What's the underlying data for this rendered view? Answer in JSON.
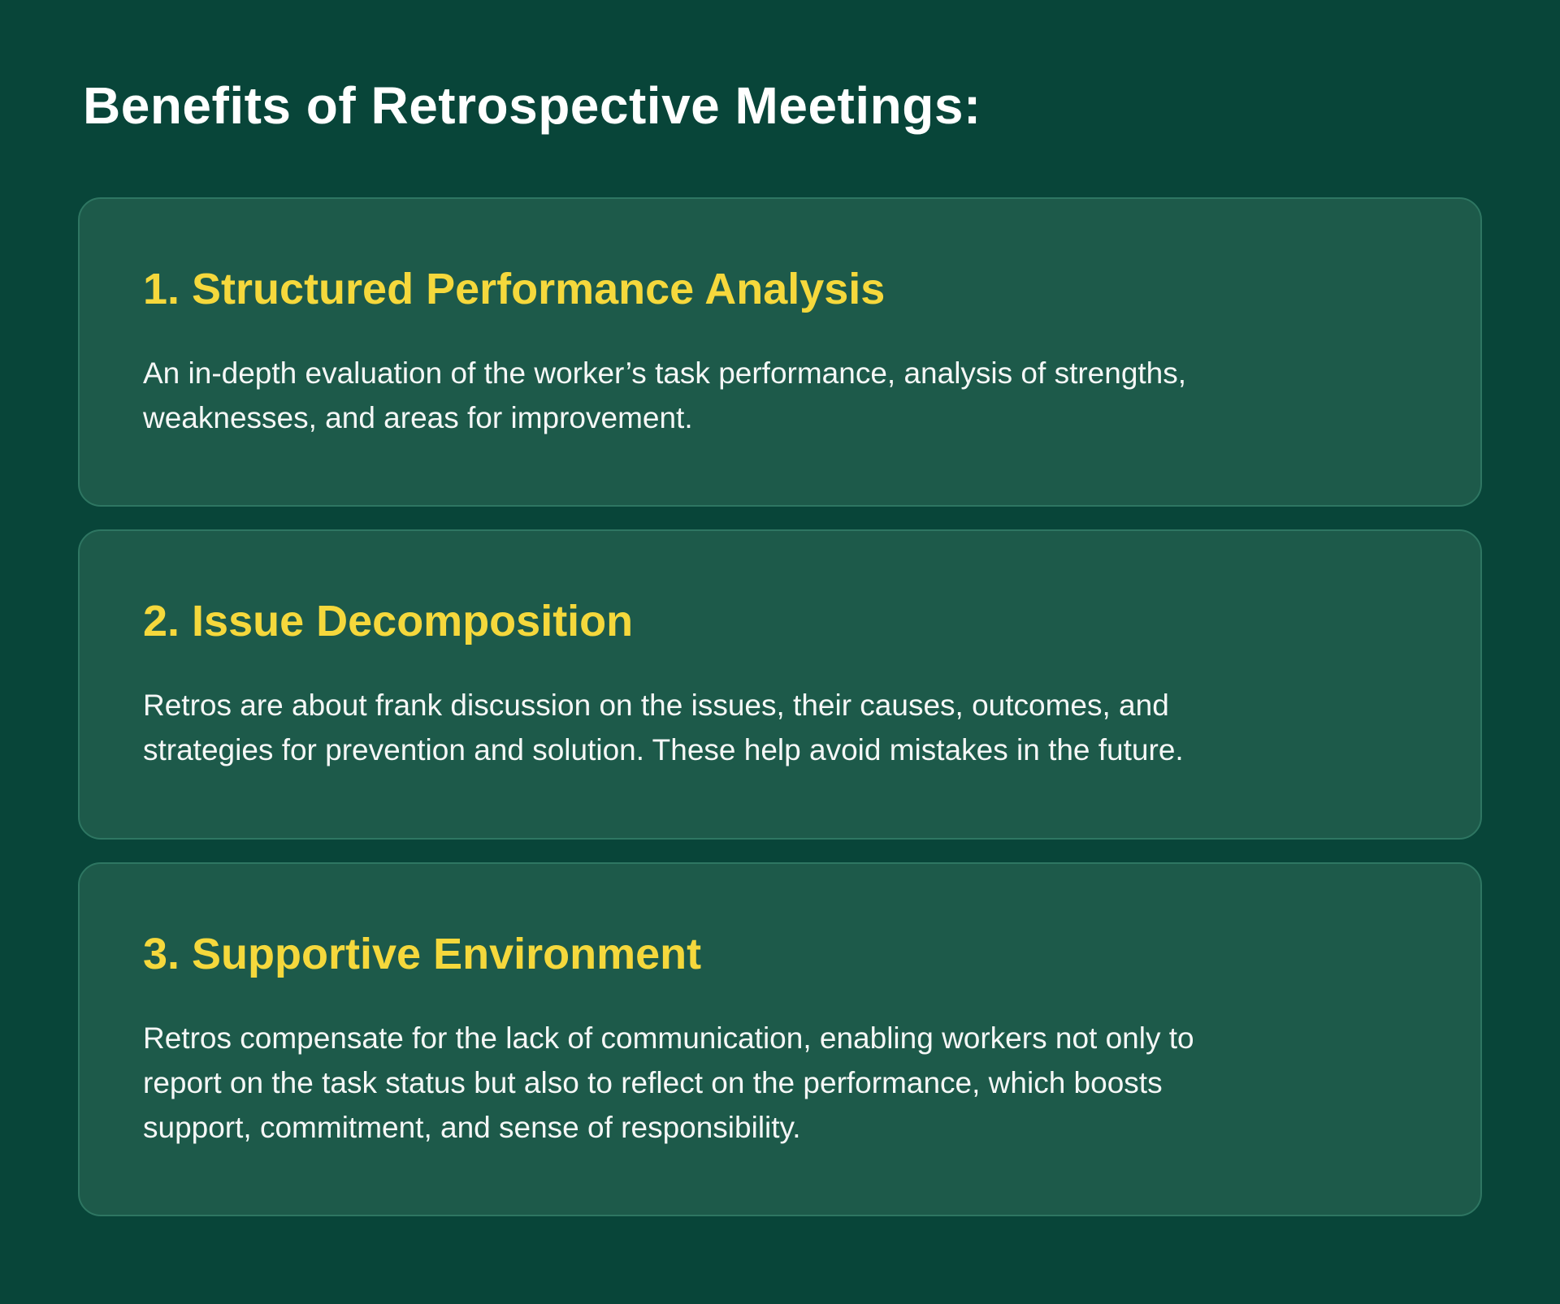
{
  "theme": {
    "background": "#084539",
    "card": "#1D5A4A",
    "card-border": "#2E7662",
    "accent": "#F5D83C",
    "text": "#F5F7F6",
    "title": "#FFFFFF"
  },
  "page": {
    "title": "Benefits of Retrospective Meetings:"
  },
  "cards": [
    {
      "heading": "1. Structured Performance Analysis",
      "body": "An in-depth evaluation of the worker’s task performance, analysis of strengths,\nweaknesses, and areas for improvement."
    },
    {
      "heading": "2. Issue Decomposition",
      "body": "Retros are about frank discussion on the issues, their causes, outcomes, and\nstrategies for prevention and solution. These help avoid mistakes in the future."
    },
    {
      "heading": "3. Supportive Environment",
      "body": "Retros compensate for the lack of communication, enabling workers not only to\nreport on the task status but also to reflect on the performance, which boosts\nsupport, commitment, and sense of responsibility."
    }
  ]
}
